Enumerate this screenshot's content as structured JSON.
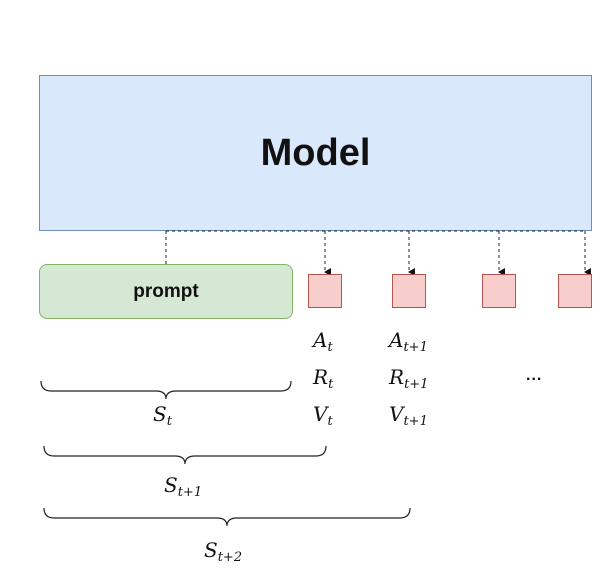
{
  "model": {
    "label": "Model"
  },
  "prompt": {
    "label": "prompt"
  },
  "tokens": [
    {
      "action": "A",
      "reward": "R",
      "value": "V",
      "subscript": "t"
    },
    {
      "action": "A",
      "reward": "R",
      "value": "V",
      "subscript": "t+1"
    }
  ],
  "ellipsis": "...",
  "states": [
    {
      "symbol": "S",
      "subscript": "t"
    },
    {
      "symbol": "S",
      "subscript": "t+1"
    },
    {
      "symbol": "S",
      "subscript": "t+2"
    }
  ],
  "colors": {
    "model_fill": "#dae8fc",
    "model_border": "#6c8ebf",
    "prompt_fill": "#d5e8d4",
    "prompt_border": "#82b366",
    "token_fill": "#f8cecc",
    "token_border": "#b85450"
  }
}
